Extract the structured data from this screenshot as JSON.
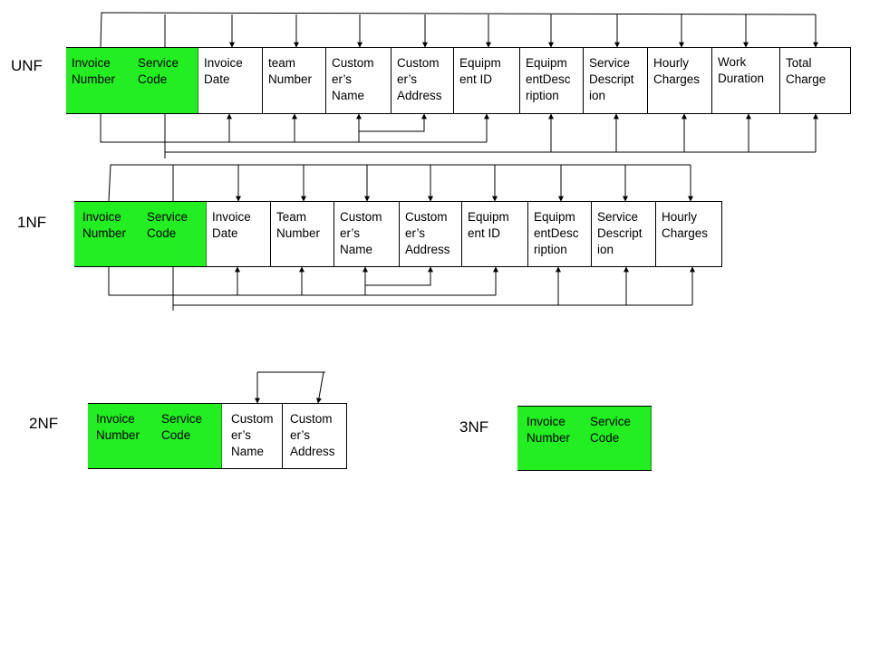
{
  "stages": {
    "unf": {
      "label": "UNF",
      "columns": [
        "Invoice\nNumber",
        "Service\nCode",
        "Invoice\nDate",
        "team\nNumber",
        "Custom\ner’s\nName",
        "Custom\ner’s\nAddress",
        "Equipm\nent ID",
        "Equipm\nentDesc\nription",
        "Service\nDescript\nion",
        "Hourly\nCharges",
        "Work\nDuration",
        "Total\nCharge"
      ]
    },
    "nf1": {
      "label": "1NF",
      "columns": [
        "Invoice\nNumber",
        "Service\nCode",
        "Invoice\nDate",
        "Team\nNumber",
        "Custom\ner’s\nName",
        "Custom\ner’s\nAddress",
        "Equipm\nent ID",
        "Equipm\nentDesc\nription",
        "Service\nDescript\nion",
        "Hourly\nCharges"
      ]
    },
    "nf2": {
      "label": "2NF",
      "columns": [
        "Invoice\nNumber",
        "Service\nCode",
        "Custom\ner’s\nName",
        "Custom\ner’s\nAddress"
      ]
    },
    "nf3": {
      "label": "3NF",
      "columns": [
        "Invoice\nNumber",
        "Service\nCode"
      ]
    }
  },
  "colors": {
    "primary_key_fill": "#22ee22",
    "line": "#000000"
  }
}
